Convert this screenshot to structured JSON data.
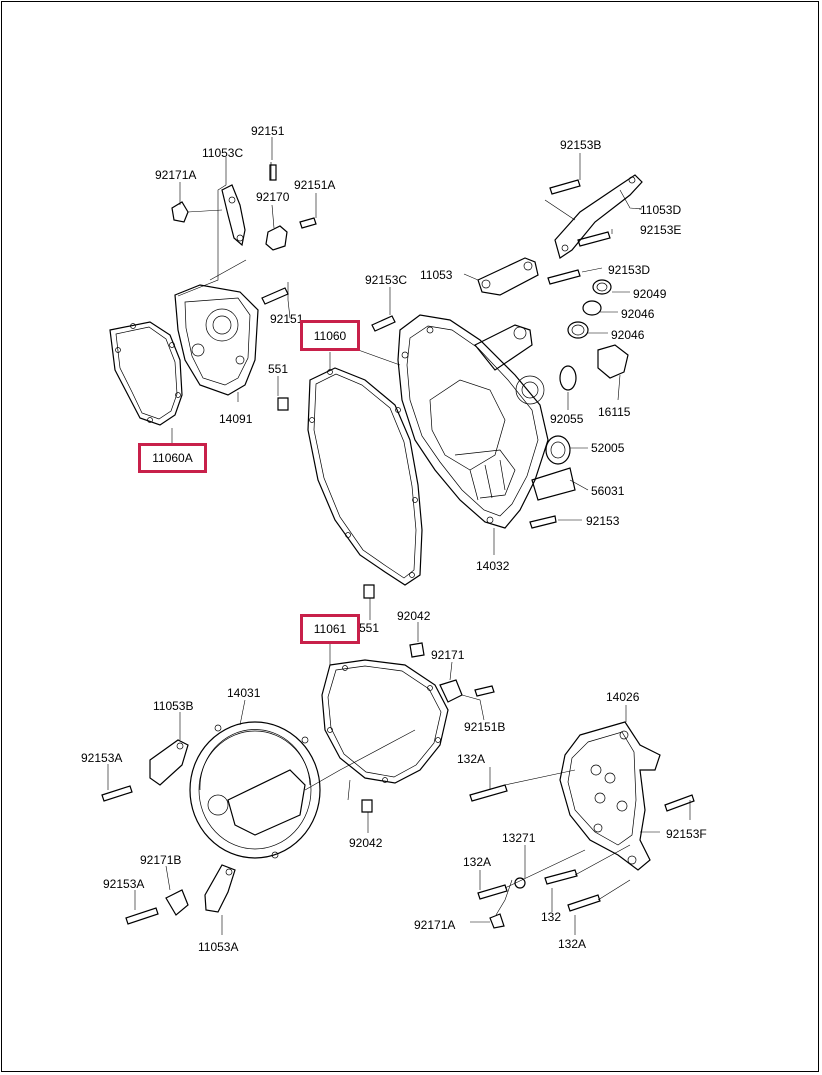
{
  "highlight_color": "#c8204a",
  "highlighted_parts": {
    "gasket_a": "11060A",
    "gasket_main": "11060",
    "gasket_gen": "11061"
  },
  "labels": {
    "p92151_top": "92151",
    "p11053C": "11053C",
    "p92171A_top": "92171A",
    "p92170": "92170",
    "p92151A": "92151A",
    "p92151_mid": "92151",
    "p551_a": "551",
    "p14091": "14091",
    "p92153B": "92153B",
    "p11053D": "11053D",
    "p92153E": "92153E",
    "p92153C": "92153C",
    "p11053": "11053",
    "p92153D": "92153D",
    "p92049": "92049",
    "p92046_a": "92046",
    "p92046_b": "92046",
    "p92055": "92055",
    "p16115": "16115",
    "p52005": "52005",
    "p56031": "56031",
    "p92153": "92153",
    "p14032": "14032",
    "p551_b": "551",
    "p92042_top": "92042",
    "p92171": "92171",
    "p92151B": "92151B",
    "p14031": "14031",
    "p11053B": "11053B",
    "p92153A_left": "92153A",
    "p92042_bot": "92042",
    "p92171B": "92171B",
    "p92153A_bot": "92153A",
    "p11053A": "11053A",
    "p14026": "14026",
    "p132A_a": "132A",
    "p92153F": "92153F",
    "p13271": "13271",
    "p132A_b": "132A",
    "p92171A_bot": "92171A",
    "p132": "132",
    "p132A_c": "132A"
  }
}
